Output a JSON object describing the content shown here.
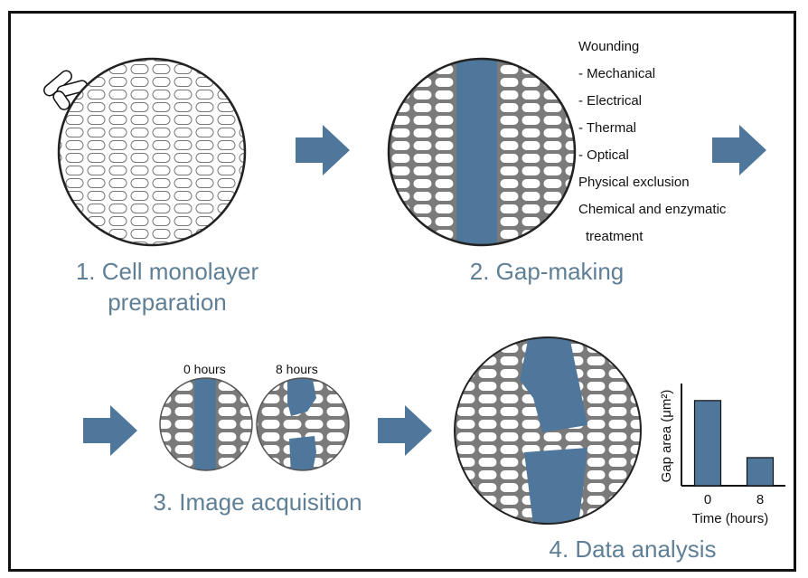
{
  "colors": {
    "accent": "#4f769b",
    "label": "#5f7f96",
    "cell_outline": "#555555"
  },
  "steps": [
    {
      "label_line1": "1. Cell monolayer",
      "label_line2": "preparation"
    },
    {
      "label_line1": "2. Gap-making",
      "label_line2": ""
    },
    {
      "label_line1": "3. Image acquisition",
      "label_line2": ""
    },
    {
      "label_line1": "4. Data analysis",
      "label_line2": ""
    }
  ],
  "gap_methods": [
    "Wounding",
    "- Mechanical",
    "- Electrical",
    "- Thermal",
    "- Optical",
    "Physical exclusion",
    "Chemical and enzymatic",
    "  treatment"
  ],
  "acquisition": {
    "time_labels": [
      "0 hours",
      "8 hours"
    ]
  },
  "icons": [
    "cells-icon",
    "arrow-right-icon"
  ],
  "chart_data": {
    "type": "bar",
    "categories": [
      "0",
      "8"
    ],
    "values": [
      1.0,
      0.33
    ],
    "xlabel": "Time (hours)",
    "ylabel": "Gap area (μm²)",
    "ylim": [
      0,
      1.2
    ]
  }
}
